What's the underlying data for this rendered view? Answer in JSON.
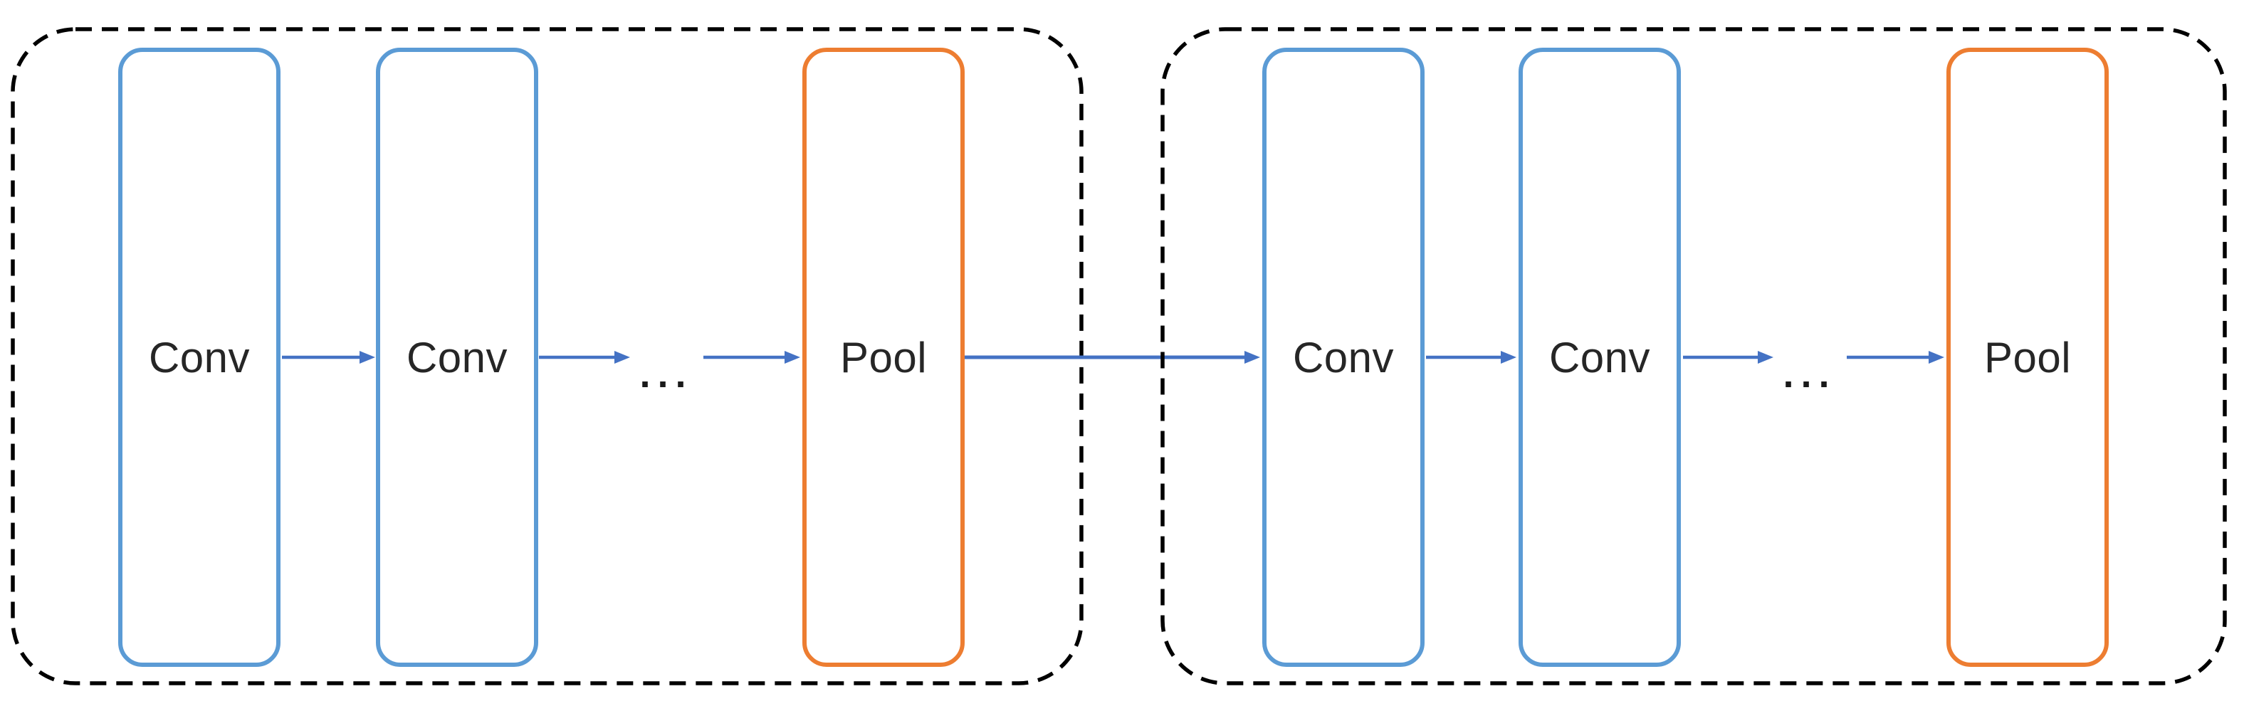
{
  "groups": [
    {
      "boxes": [
        {
          "label": "Conv",
          "type": "conv"
        },
        {
          "label": "Conv",
          "type": "conv"
        },
        {
          "label": "Pool",
          "type": "pool"
        }
      ],
      "ellipsis": "···"
    },
    {
      "boxes": [
        {
          "label": "Conv",
          "type": "conv"
        },
        {
          "label": "Conv",
          "type": "conv"
        },
        {
          "label": "Pool",
          "type": "pool"
        }
      ],
      "ellipsis": "···"
    }
  ],
  "colors": {
    "background": "#ffffff",
    "group_border": "#000000",
    "conv_border": "#5B9BD5",
    "pool_border": "#ED7D31",
    "arrow": "#4472C4",
    "label_text": "#262626",
    "ellipsis_text": "#1a1a1a"
  }
}
